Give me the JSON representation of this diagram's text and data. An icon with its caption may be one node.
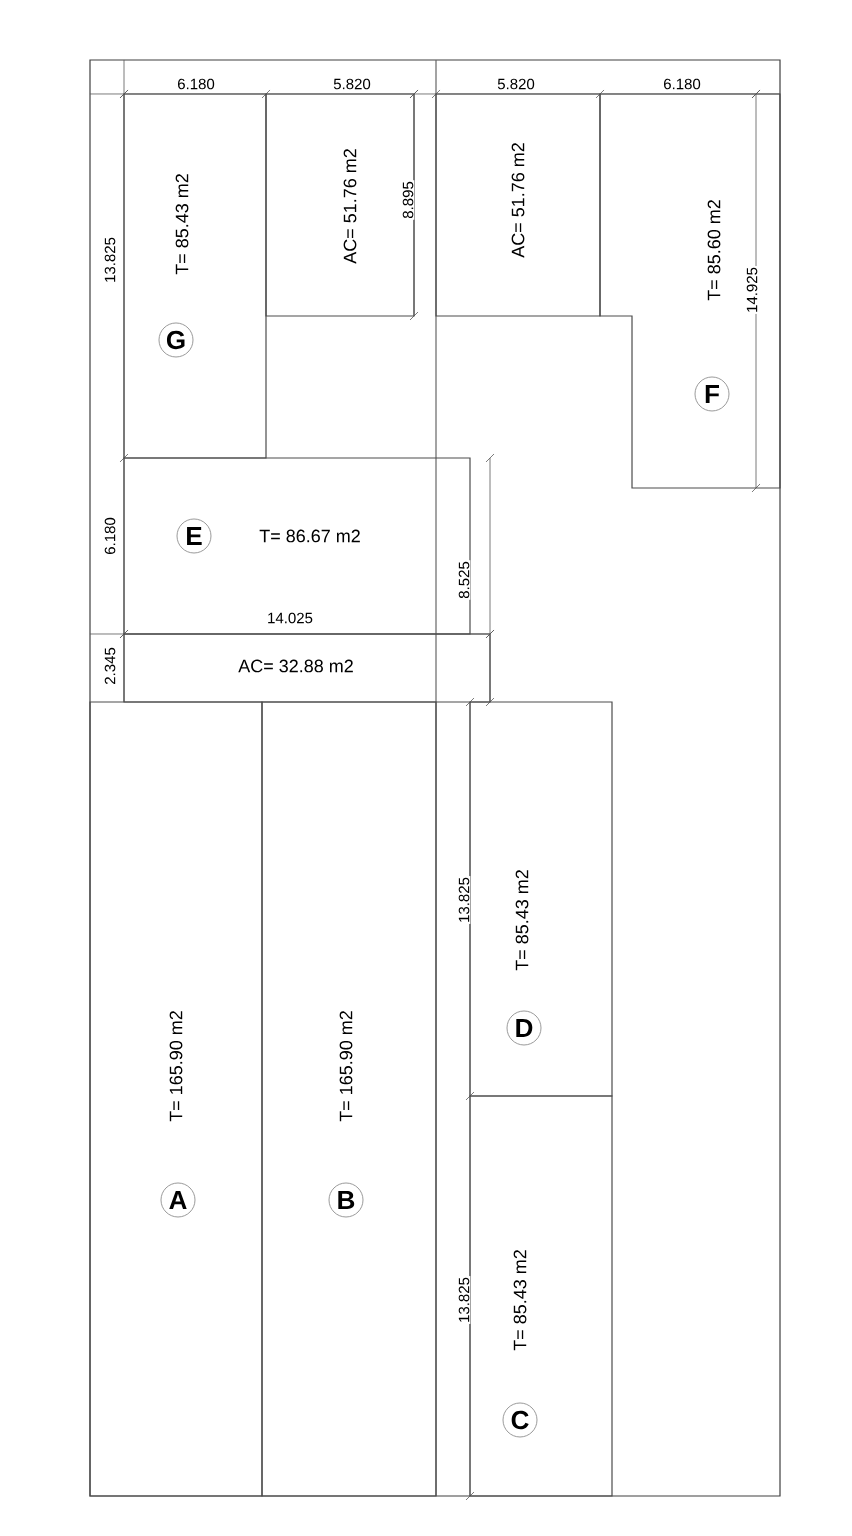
{
  "diagram": {
    "nodes": [
      {
        "text": [
          "T= 85.43 m2"
        ]
      },
      {
        "text": [
          "G"
        ],
        "in": 0
      },
      {
        "text": [
          "AC= 51.76 m2"
        ]
      },
      {
        "text": [
          "AC= 51.76 m2"
        ]
      },
      {
        "text": [
          "T= 85.60 m2"
        ]
      },
      {
        "text": [
          "F"
        ],
        "in": 4
      },
      {
        "text": [
          "T= 86.67 m2"
        ]
      },
      {
        "text": [
          "E"
        ],
        "in": 6
      },
      {
        "text": [
          "AC= 32.88 m2"
        ]
      },
      {
        "text": [
          "T= 165.90 m2"
        ]
      },
      {
        "text": [
          "A"
        ],
        "in": 9
      },
      {
        "text": [
          "T= 165.90 m2"
        ]
      },
      {
        "text": [
          "B"
        ],
        "in": 11
      },
      {
        "text": [
          "T= 85.43 m2"
        ]
      },
      {
        "text": [
          "D"
        ],
        "in": 13
      },
      {
        "text": [
          "T= 85.43 m2"
        ]
      },
      {
        "text": [
          "C"
        ],
        "in": 15
      }
    ],
    "labels": [
      "6.180",
      "5.820",
      "5.820",
      "6.180",
      "8.895",
      "13.825",
      "14.925",
      "6.180",
      "14.025",
      "8.525",
      "2.345",
      "13.825",
      "13.825"
    ]
  }
}
